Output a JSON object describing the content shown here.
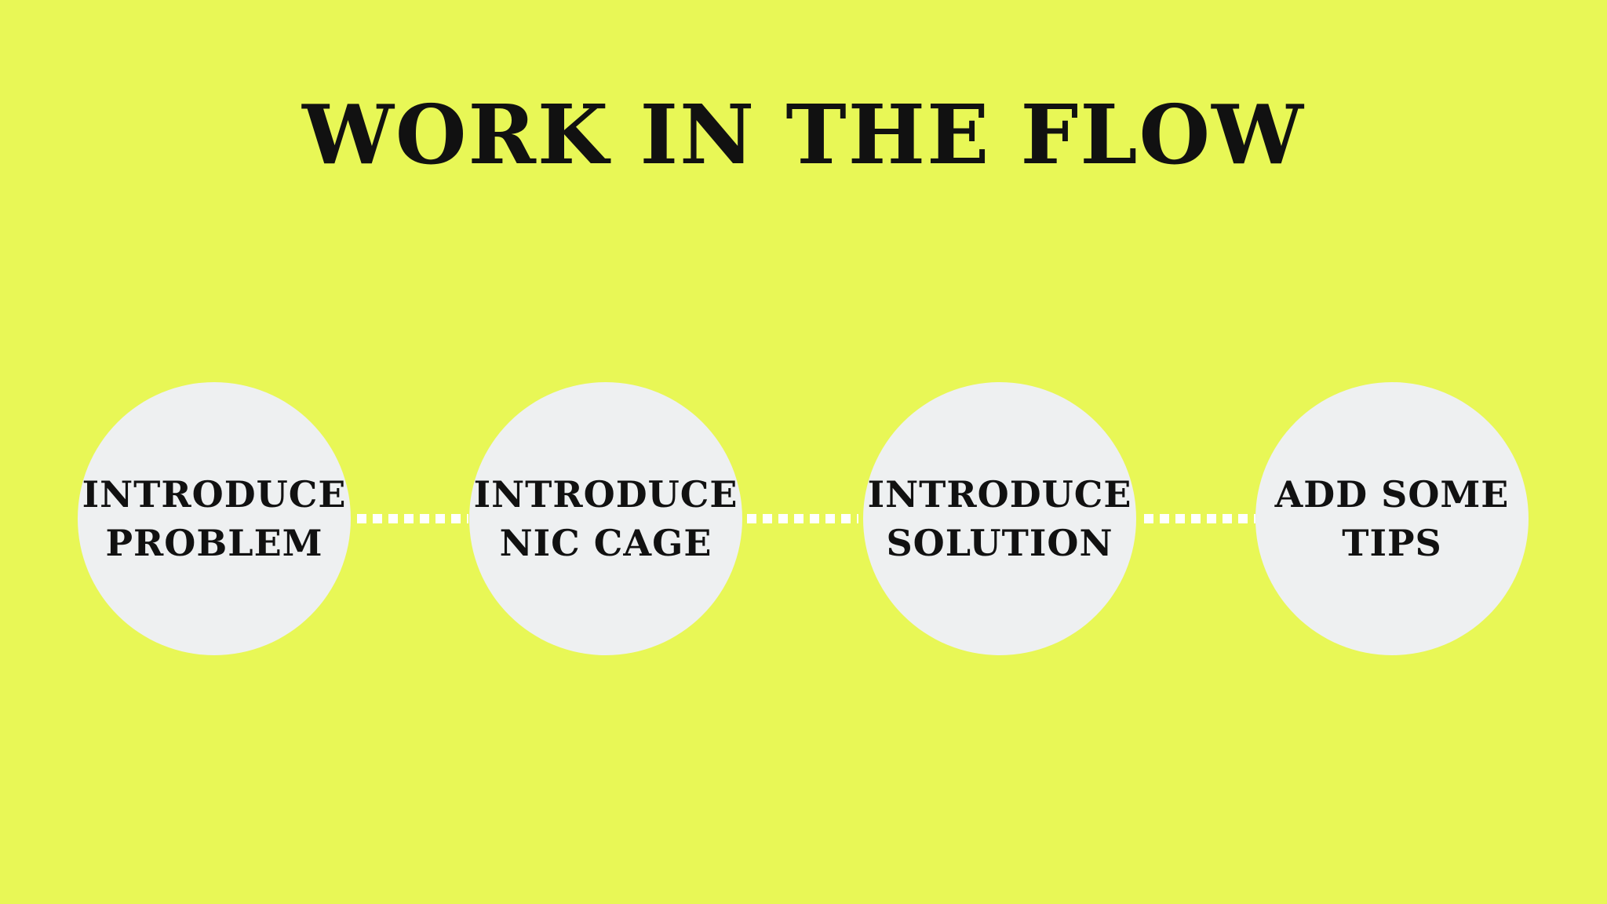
{
  "title": "WORK IN THE FLOW",
  "colors": {
    "background": "#e8f756",
    "circle": "#eef0f1",
    "text": "#111111",
    "connector": "#ffffff"
  },
  "steps": [
    {
      "line1": "INTRODUCE",
      "line2": "PROBLEM"
    },
    {
      "line1": "INTRODUCE",
      "line2": "NIC CAGE"
    },
    {
      "line1": "INTRODUCE",
      "line2": "SOLUTION"
    },
    {
      "line1": "ADD SOME",
      "line2": "TIPS"
    }
  ]
}
